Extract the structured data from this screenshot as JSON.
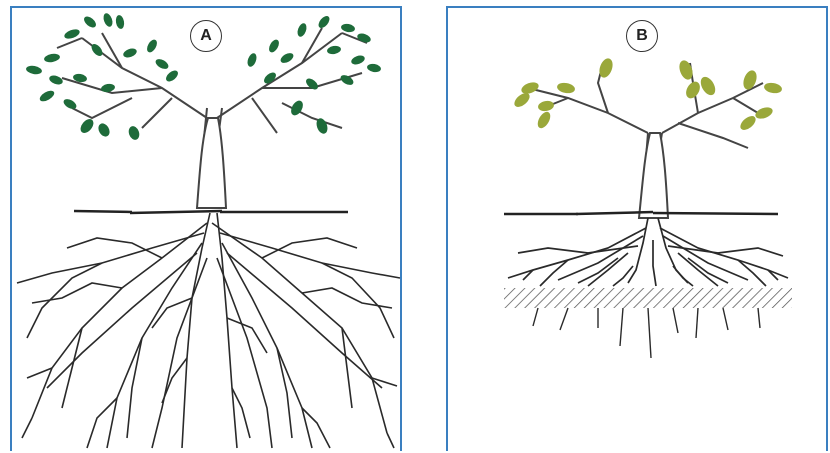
{
  "panels": [
    {
      "label": "A",
      "leaf_color": "#1e6b3a",
      "roots": "deep"
    },
    {
      "label": "B",
      "leaf_color": "#9aa83a",
      "roots": "shallow-restricted"
    }
  ],
  "colors": {
    "border": "#3a7fc0",
    "trunk": "#444444",
    "root": "#2a2a2a",
    "ground": "#333333",
    "hardpan": "#555555"
  }
}
